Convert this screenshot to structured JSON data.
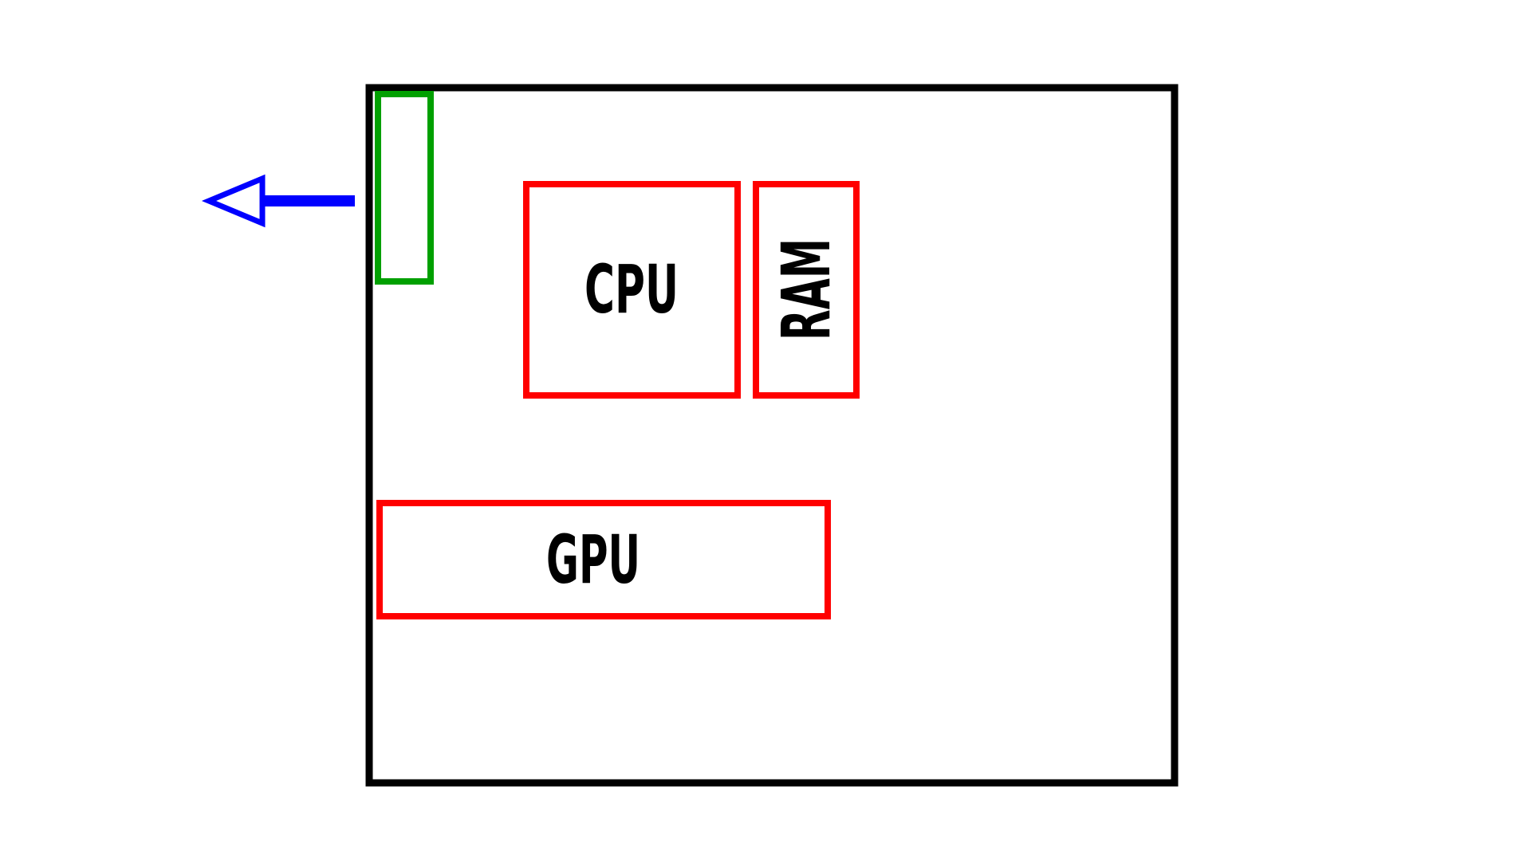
{
  "components": {
    "cpu": {
      "label": "CPU"
    },
    "ram": {
      "label": "RAM"
    },
    "gpu": {
      "label": "GPU"
    }
  },
  "colors": {
    "case_outline": "#000000",
    "component_outline": "#ff0000",
    "io_slot_outline": "#00a000",
    "exhaust_arrow": "#0000ff",
    "background": "#ffffff"
  },
  "icons": {
    "exhaust": "arrow-left-icon"
  }
}
